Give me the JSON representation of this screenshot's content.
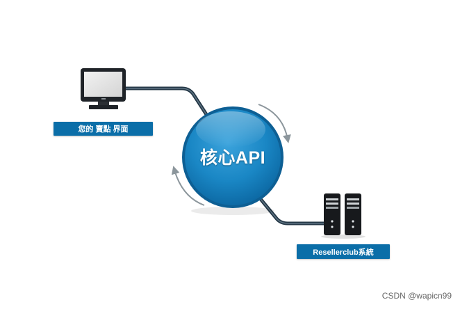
{
  "client": {
    "label": "您的 賣點 界面",
    "icon": "monitor-icon"
  },
  "core": {
    "title": "核心API"
  },
  "server": {
    "label": "Resellerclub系統",
    "icon": "server-icon"
  },
  "watermark": "CSDN @wapicn99",
  "colors": {
    "label_bg": "#0b6ea8",
    "core_fill": "#1a87c5",
    "core_ring": "#0d5f94",
    "connector": "#243746",
    "arrow": "#8c969c"
  }
}
